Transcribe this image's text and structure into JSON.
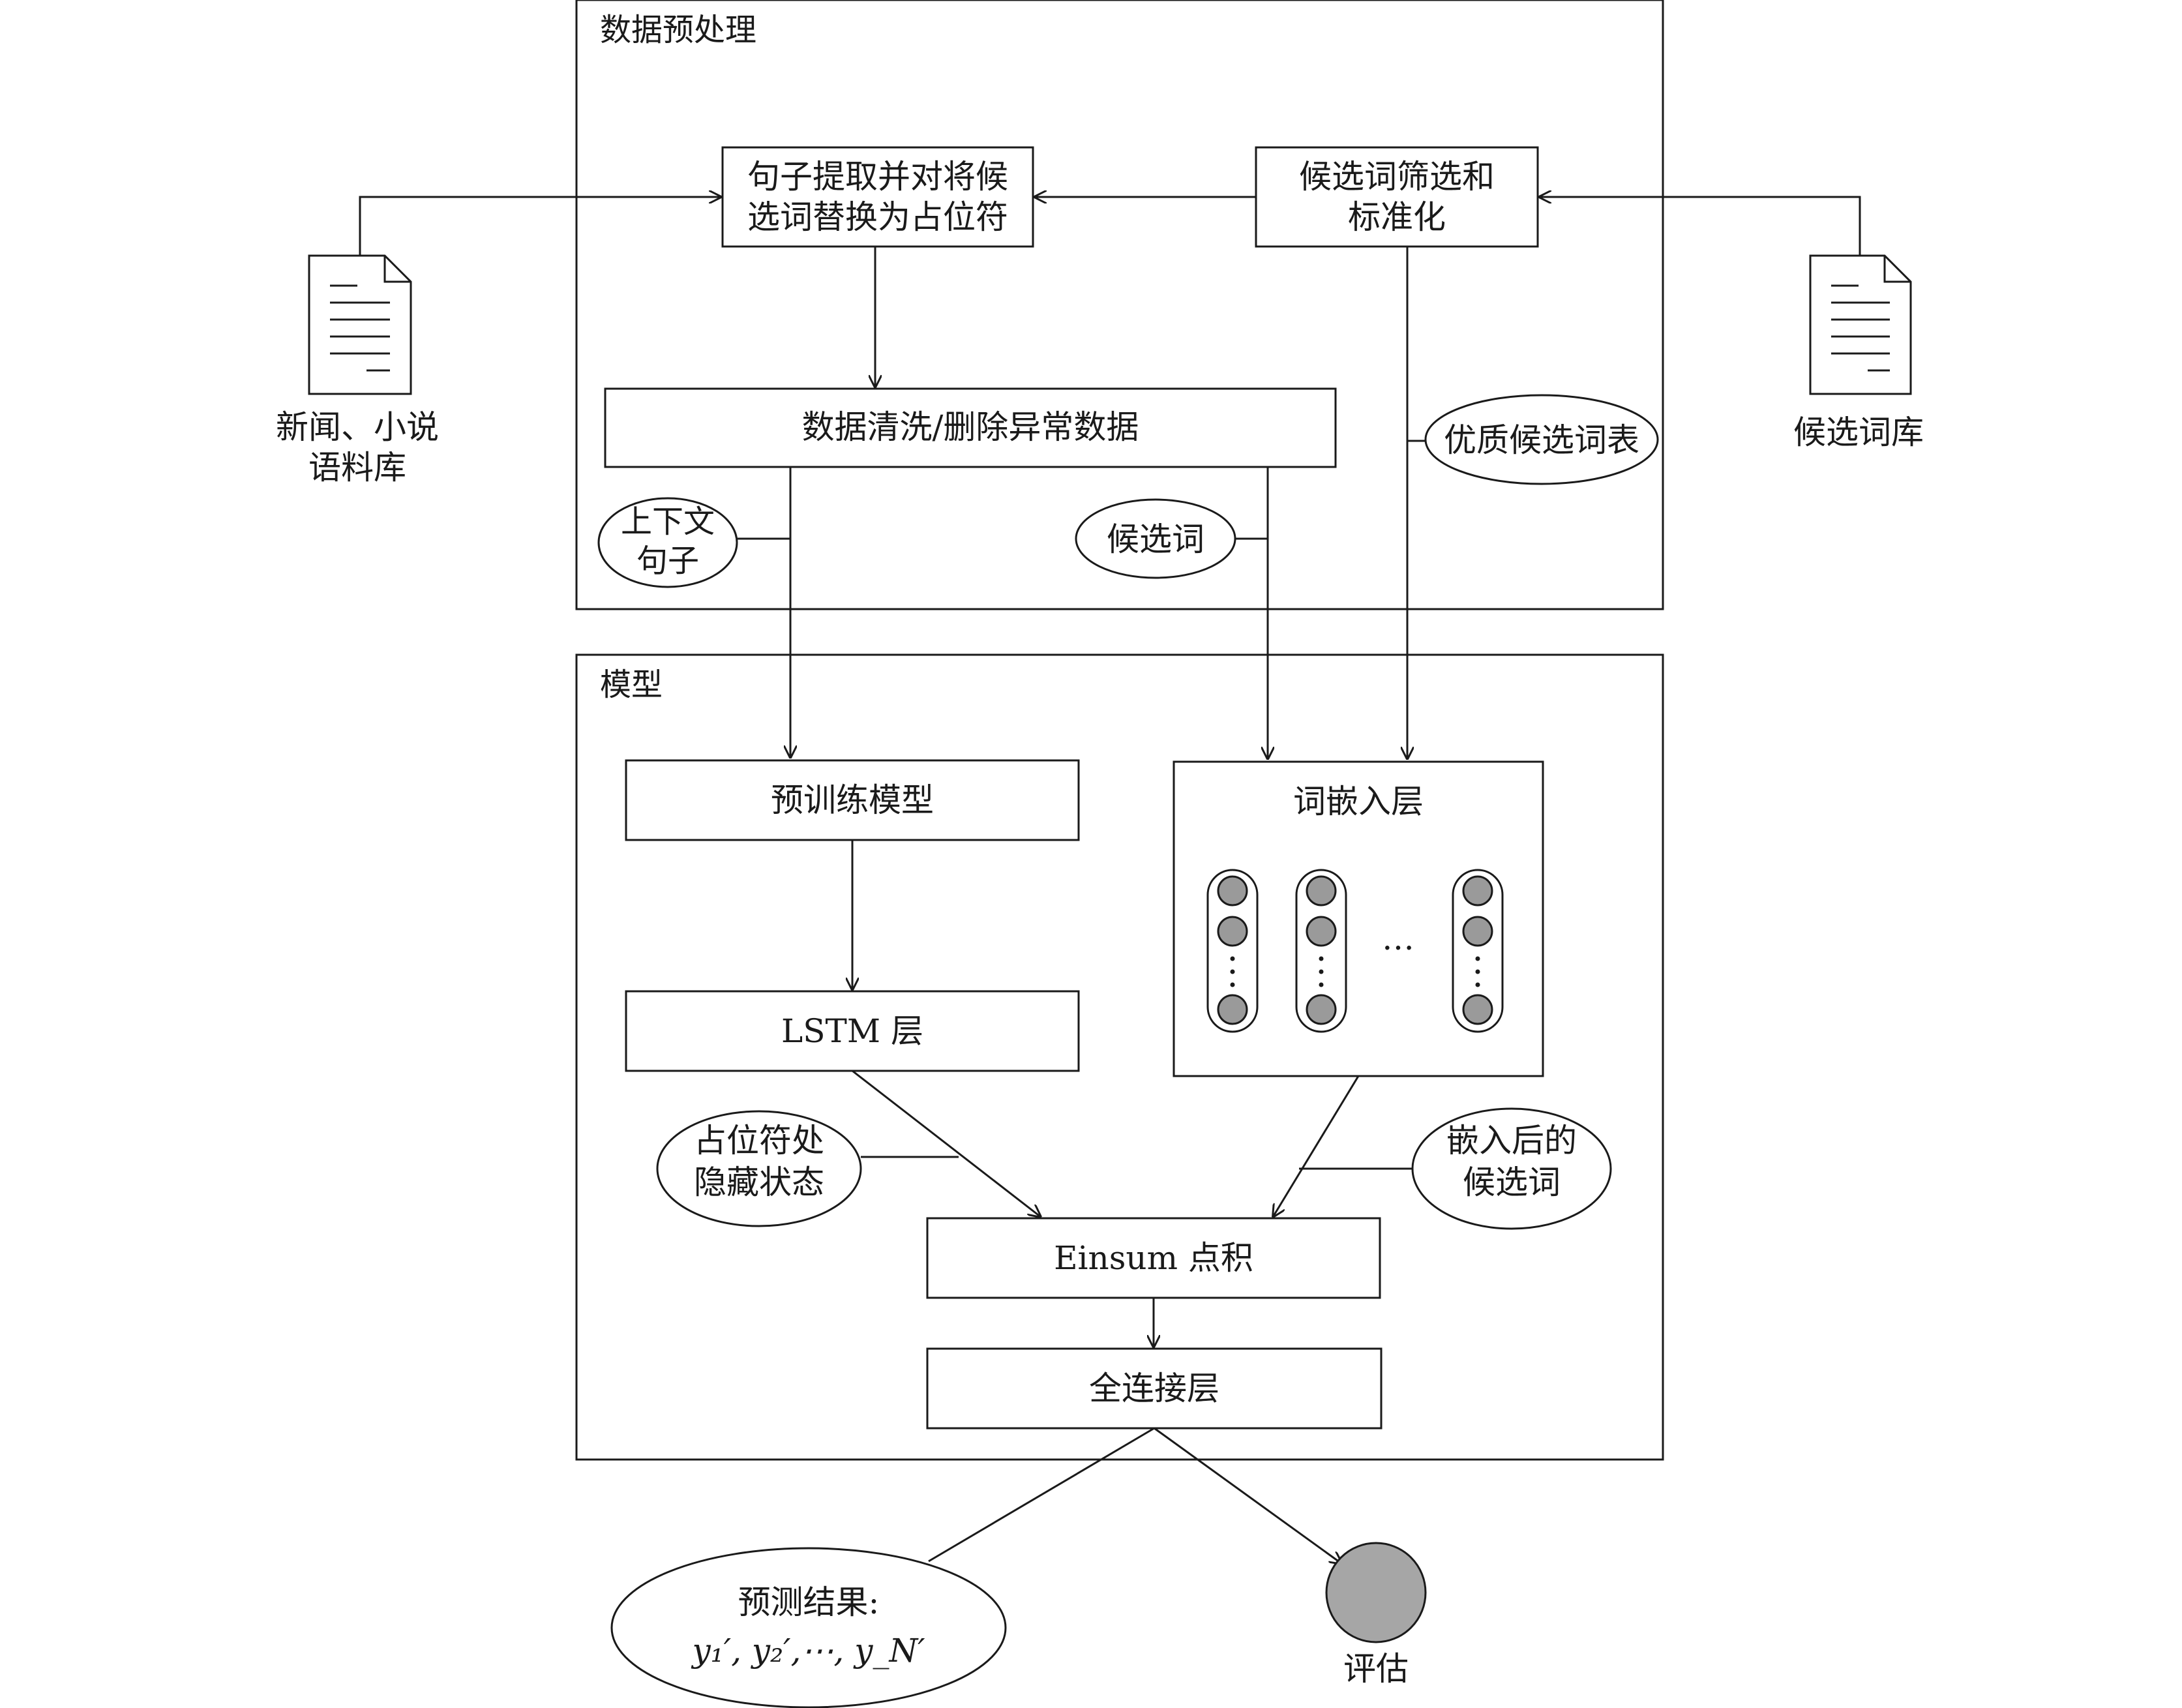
{
  "panels": {
    "preprocess_title": "数据预处理",
    "model_title": "模型"
  },
  "sources": {
    "corpus_line1": "新闻、小说",
    "corpus_line2": "语料库",
    "candidate_lib": "候选词库"
  },
  "preprocess": {
    "extract_line1": "句子提取并对将候",
    "extract_line2": "选词替换为占位符",
    "filter_line1": "候选词筛选和",
    "filter_line2": "标准化",
    "clean": "数据清洗/删除异常数据",
    "quality_candidates": "优质候选词表",
    "context_line1": "上下文",
    "context_line2": "句子",
    "candidate": "候选词"
  },
  "model": {
    "pretrained": "预训练模型",
    "embedding": "词嵌入层",
    "lstm": "LSTM 层",
    "hidden_line1": "占位符处",
    "hidden_line2": "隐藏状态",
    "embedded_line1": "嵌入后的",
    "embedded_line2": "候选词",
    "einsum": "Einsum 点积",
    "dense": "全连接层",
    "ellipsis": "…"
  },
  "outputs": {
    "prediction_title": "预测结果:",
    "prediction_formula": "y₁′, y₂′,⋯, y_N′",
    "evaluate": "评估"
  },
  "colors": {
    "stroke": "#1a1a1a",
    "neuron_fill": "#9a9a9a",
    "eval_fill": "#a6a6a6"
  }
}
